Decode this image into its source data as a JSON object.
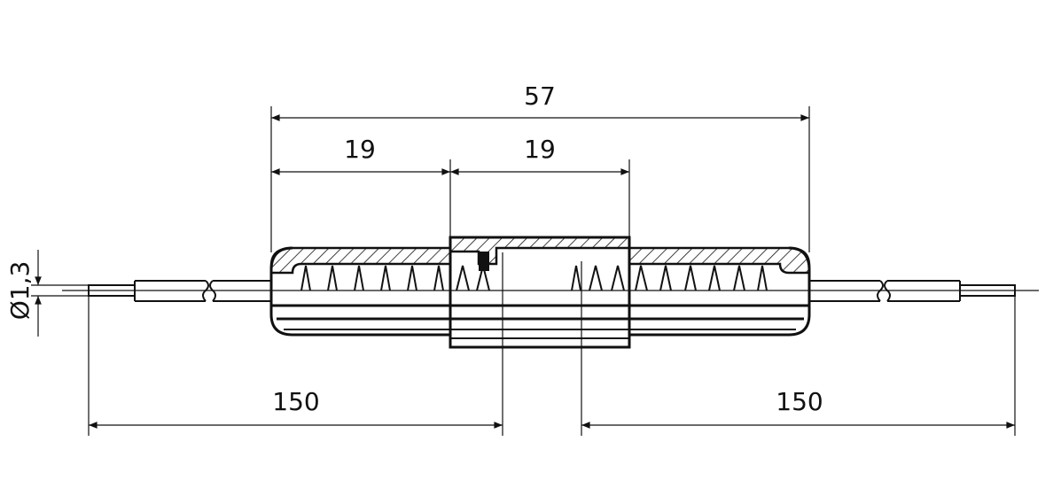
{
  "drawing": {
    "dimensions": {
      "overall_length": "57",
      "left_body_length": "19",
      "center_sleeve_length": "19",
      "left_lead_length": "150",
      "right_lead_length": "150",
      "lead_diameter": "Ø1,3"
    },
    "colors": {
      "line": "#111111",
      "background": "#ffffff"
    }
  }
}
